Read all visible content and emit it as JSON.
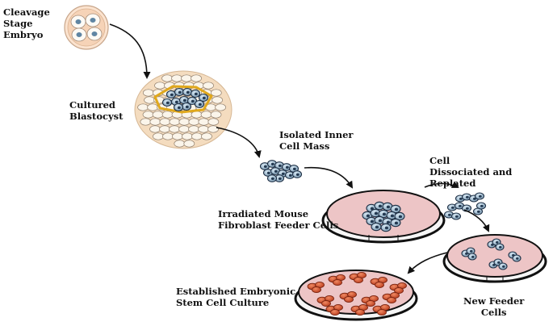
{
  "labels": {
    "cleavage_stage": [
      "Cleavage",
      "Stage",
      "Embryo"
    ],
    "cultured_blastocyst": [
      "Cultured",
      "Blastocyst"
    ],
    "isolated_inner_cell_mass": [
      "Isolated Inner",
      "Cell Mass"
    ],
    "cell_dissociated": [
      "Cell",
      "Dissociated and",
      "Replated"
    ],
    "irradiated_feeder": [
      "Irradiated Mouse",
      "Fibroblast Feeder Cells"
    ],
    "new_feeder": [
      "New Feeder",
      "Cells"
    ],
    "established_culture": [
      "Established Embryonic",
      "Stem Cell Culture"
    ]
  },
  "colors": {
    "embryo_fill": "#f6d3b7",
    "blastocyst_bg": "#f4dcbf",
    "cell_blue": "#8fb1c8",
    "cell_dark": "#243a52",
    "dish_fill": "#edc5c6",
    "colony_red": "#cc4a28",
    "icm_yellow": "#e0a81c"
  }
}
